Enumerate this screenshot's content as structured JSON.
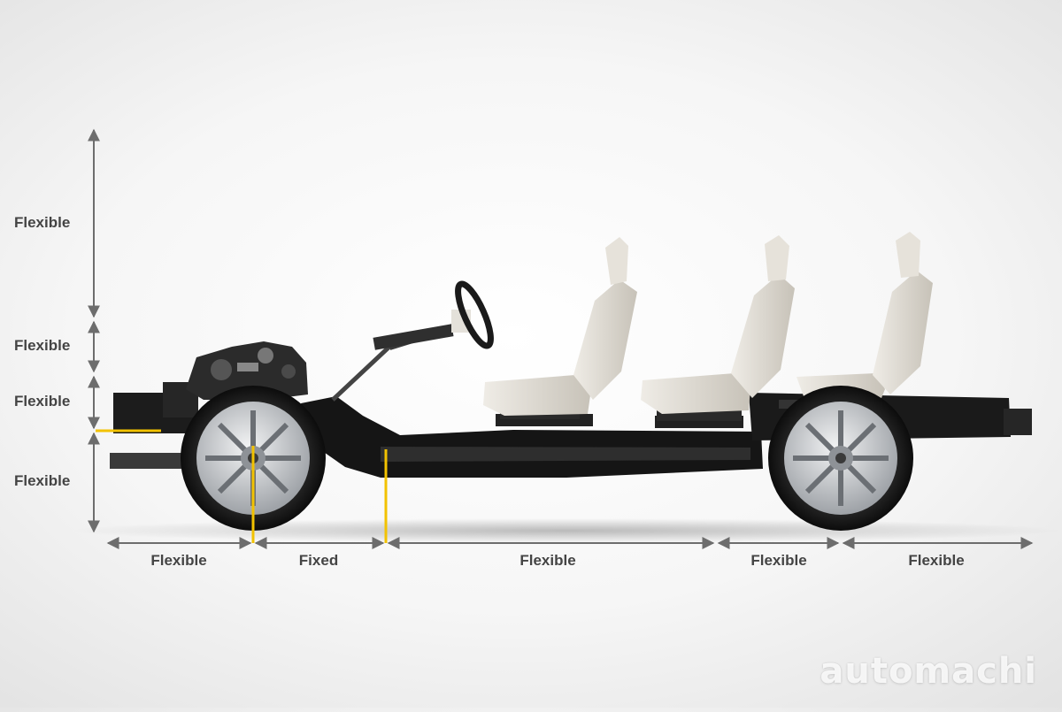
{
  "vertical_labels": [
    "Flexible",
    "Flexible",
    "Flexible",
    "Flexible"
  ],
  "horizontal_labels": [
    "Flexible",
    "Fixed",
    "Flexible",
    "Flexible",
    "Flexible"
  ],
  "watermark": "automachi",
  "colors": {
    "arrow": "#6d6d6d",
    "marker": "#f2c200",
    "chassis": "#1a1a1a",
    "seat": "#dedad2",
    "wheel_rim": "#c9ccd0"
  }
}
